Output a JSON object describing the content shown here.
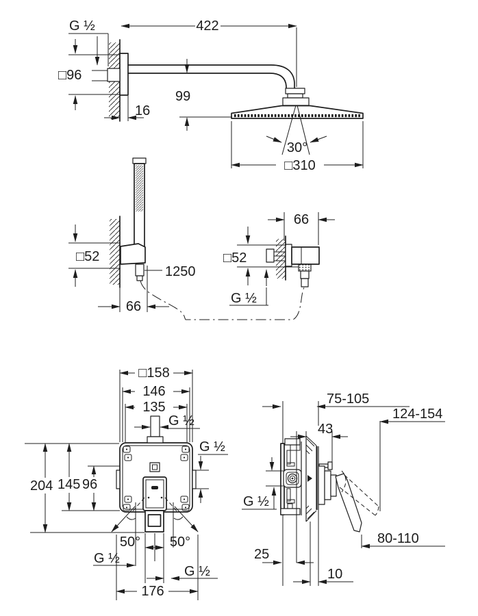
{
  "drawing": {
    "type": "technical-dimension-drawing",
    "line_color": "#1e1e1e",
    "background": "#ffffff"
  },
  "views": {
    "head_shower": {
      "thread": "G 1/2",
      "escutcheon": "□96",
      "arm_reach": "422",
      "escutcheon_depth": "16",
      "head_drop": "99",
      "spray_angle": "30°",
      "head_size": "□310"
    },
    "hand_shower": {
      "escutcheon": "□52",
      "bracket_projection": "66",
      "hose_length": "1250"
    },
    "wall_union": {
      "projection": "66",
      "escutcheon": "□52",
      "thread": "G 1/2"
    },
    "mixer_front": {
      "plate_size": "□158",
      "width_146": "146",
      "width_135": "135",
      "thread_top": "G 1/2",
      "thread_right": "G 1/2",
      "height_204": "204",
      "height_145": "145",
      "height_96": "96",
      "angle_left": "50°",
      "angle_right": "50°",
      "thread_bottom_left": "G 1/2",
      "thread_bottom_right": "G 1/2",
      "width_176": "176"
    },
    "mixer_side": {
      "depth_range": "75-105",
      "lever_reach_max": "124-154",
      "plug_depth": "43",
      "thread": "G 1/2",
      "lever_reach_min": "80-110",
      "depth_25": "25",
      "depth_10": "10"
    }
  }
}
